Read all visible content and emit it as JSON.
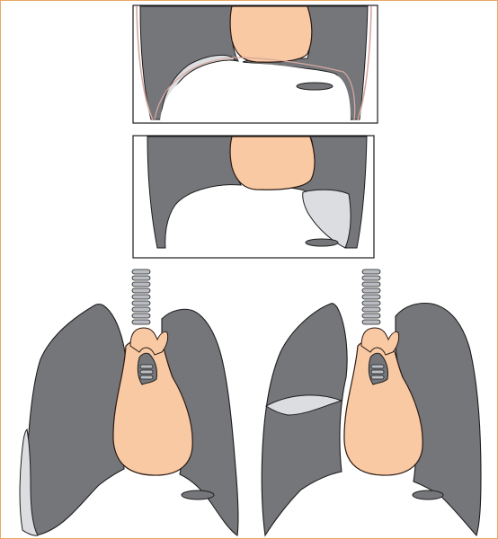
{
  "colors": {
    "frame_border": "#e8a866",
    "lung": "#75767a",
    "lung_stroke": "#1e1e1e",
    "heart": "#f8c9a2",
    "heart_stroke": "#2a1a14",
    "fluid": "#dcdde0",
    "trachea": "#b9bcc1",
    "pleura_line": "#d8a8a0",
    "panel_border": "#1c1c1c",
    "background": "#ffffff"
  },
  "panels": [
    {
      "id": "top-section",
      "has_pleural_lining": true,
      "fluid_side": "left"
    },
    {
      "id": "middle-section",
      "has_pleural_lining": false,
      "fluid_side": "right"
    }
  ],
  "chests": [
    {
      "id": "left-chest",
      "fluid_location": "lateral-left"
    },
    {
      "id": "right-chest",
      "fluid_location": "right-fissure"
    }
  ]
}
